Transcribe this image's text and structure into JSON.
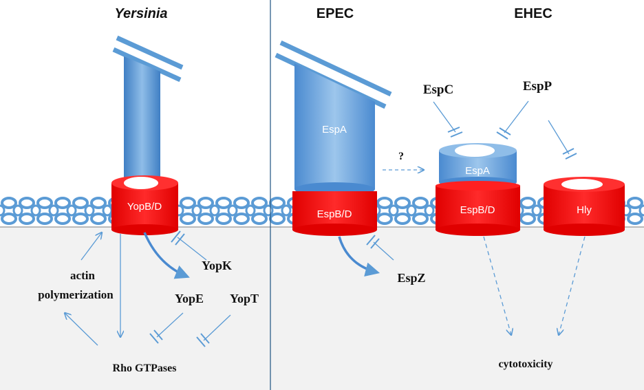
{
  "panels": {
    "yersinia": {
      "title": "Yersinia"
    },
    "epec": {
      "title": "EPEC"
    },
    "ehec": {
      "title": "EHEC"
    }
  },
  "labels": {
    "yopbd": "YopB/D",
    "espbd_epec": "EspB/D",
    "espbd_ehec": "EspB/D",
    "hly": "Hly",
    "espa_epec": "EspA",
    "espa_ehec": "EspA",
    "espc": "EspC",
    "espp": "EspP",
    "question": "?",
    "actin_line1": "actin",
    "actin_line2": "polymerization",
    "yopk": "YopK",
    "yope": "YopE",
    "yopt": "YopT",
    "rho": "Rho GTPases",
    "espz": "EspZ",
    "cytotoxicity": "cytotoxicity"
  },
  "colors": {
    "blue": "#5b9bd5",
    "blue_light": "#9cc3e6",
    "red": "#ff0000",
    "cytoplasm": "#f2f2f2",
    "line": "#2e5f8a"
  }
}
